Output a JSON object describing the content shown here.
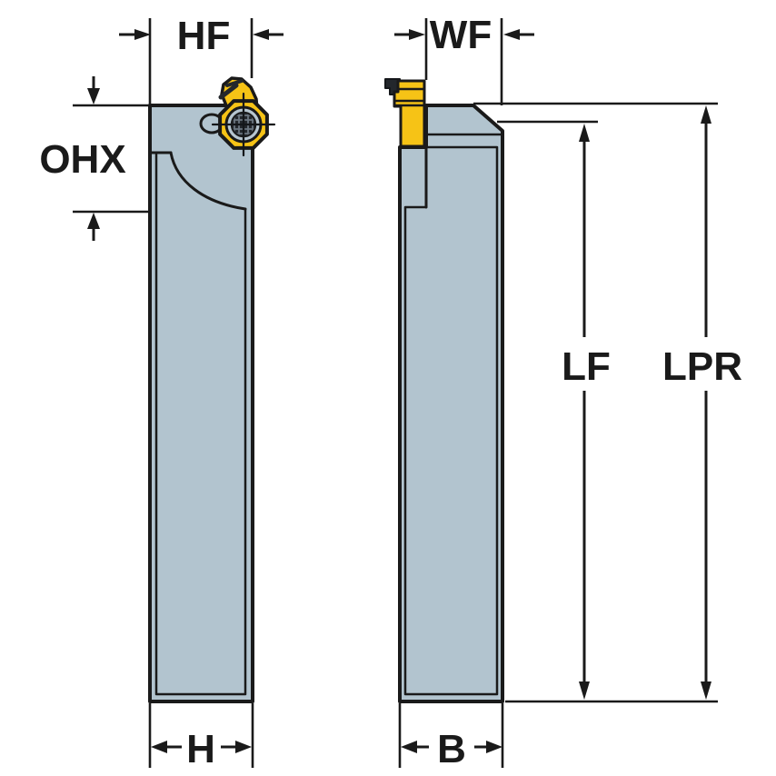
{
  "diagram": {
    "type": "technical-dimension-drawing",
    "labels": {
      "hf": "HF",
      "wf": "WF",
      "ohx": "OHX",
      "lf": "LF",
      "lpr": "LPR",
      "h": "H",
      "b": "B"
    },
    "colors": {
      "insert_yellow": "#F6C316",
      "body_gray": "#B2C4CF",
      "ring_gray": "#B7C6D0",
      "outline": "#1A1A1A",
      "screw_dark": "#23272C",
      "background": "#FFFFFF"
    }
  }
}
